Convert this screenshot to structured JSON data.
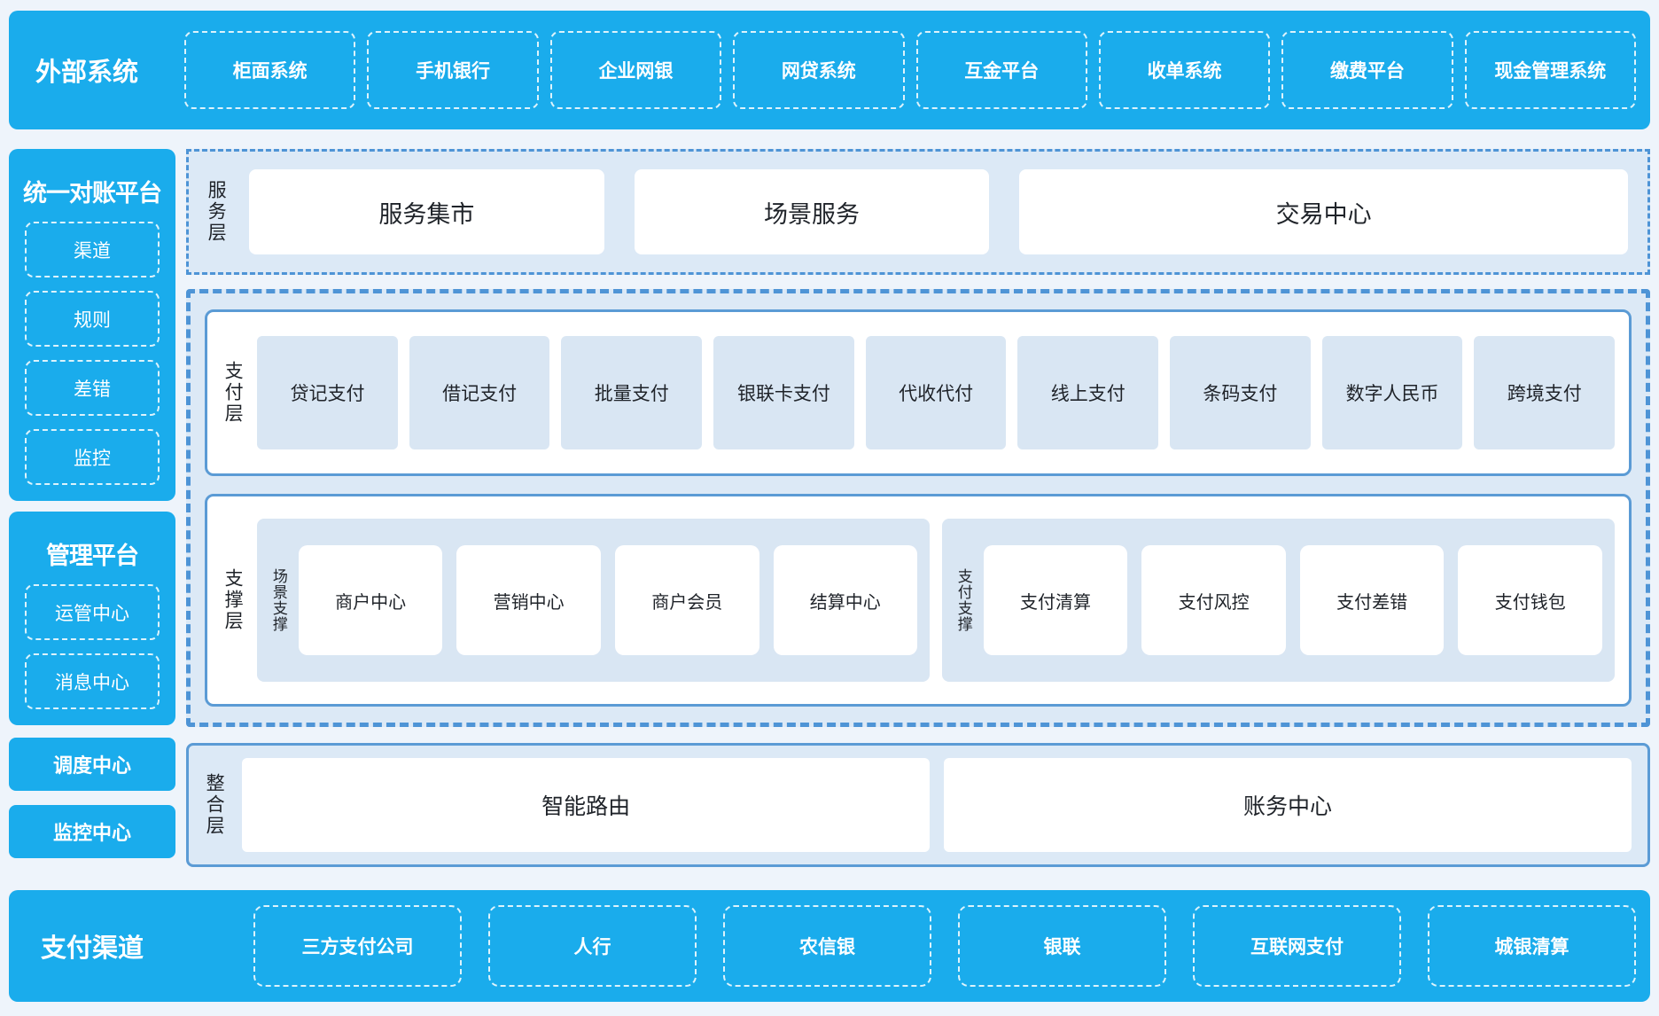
{
  "colors": {
    "accent_blue": "#1AACEC",
    "panel_blue": "#DCE9F6",
    "card_blue": "#D9E6F3",
    "border_blue": "#5B9BD5",
    "page_bg": "#EEF4FB"
  },
  "top_bar": {
    "title": "外部系统",
    "items": [
      "柜面系统",
      "手机银行",
      "企业网银",
      "网贷系统",
      "互金平台",
      "收单系统",
      "缴费平台",
      "现金管理系统"
    ]
  },
  "sidebar": {
    "recon_platform": {
      "title": "统一对账平台",
      "items": [
        "渠道",
        "规则",
        "差错",
        "监控"
      ]
    },
    "mgmt_platform": {
      "title": "管理平台",
      "items": [
        "运管中心",
        "消息中心"
      ]
    },
    "dispatch_center": "调度中心",
    "monitor_center": "监控中心"
  },
  "service_layer": {
    "label": "服务层",
    "cards": [
      "服务集市",
      "场景服务",
      "交易中心"
    ]
  },
  "payment_layer": {
    "label": "支付层",
    "cards": [
      "贷记支付",
      "借记支付",
      "批量支付",
      "银联卡支付",
      "代收代付",
      "线上支付",
      "条码支付",
      "数字人民币",
      "跨境支付"
    ]
  },
  "support_layer": {
    "label": "支撑层",
    "groups": [
      {
        "label": "场景支撑",
        "cards": [
          "商户中心",
          "营销中心",
          "商户会员",
          "结算中心"
        ]
      },
      {
        "label": "支付支撑",
        "cards": [
          "支付清算",
          "支付风控",
          "支付差错",
          "支付钱包"
        ]
      }
    ]
  },
  "integration_layer": {
    "label": "整合层",
    "cards": [
      "智能路由",
      "账务中心"
    ]
  },
  "bottom_bar": {
    "title": "支付渠道",
    "items": [
      "三方支付公司",
      "人行",
      "农信银",
      "银联",
      "互联网支付",
      "城银清算"
    ]
  }
}
